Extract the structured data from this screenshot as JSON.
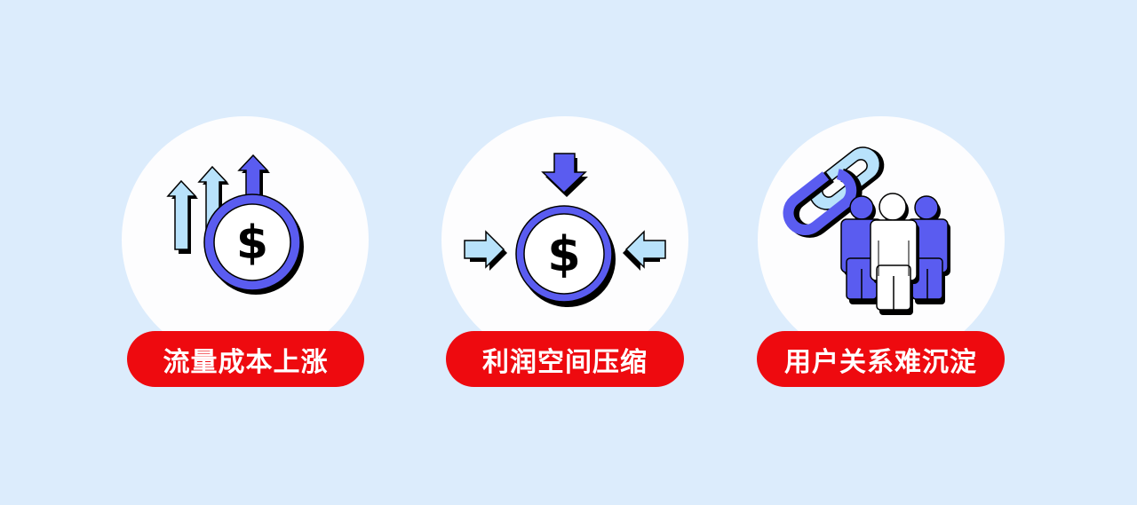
{
  "colors": {
    "background": "#dcecfc",
    "circle": "#fdfdfe",
    "pill": "#ee0a0f",
    "accent_blue": "#5a5cf0",
    "light_blue": "#b8e2fb"
  },
  "cards": [
    {
      "label": "流量成本上涨",
      "icon": "dollar-rising-arrows-icon"
    },
    {
      "label": "利润空间压缩",
      "icon": "dollar-compressed-arrows-icon"
    },
    {
      "label": "用户关系难沉淀",
      "icon": "users-chain-link-icon"
    }
  ]
}
